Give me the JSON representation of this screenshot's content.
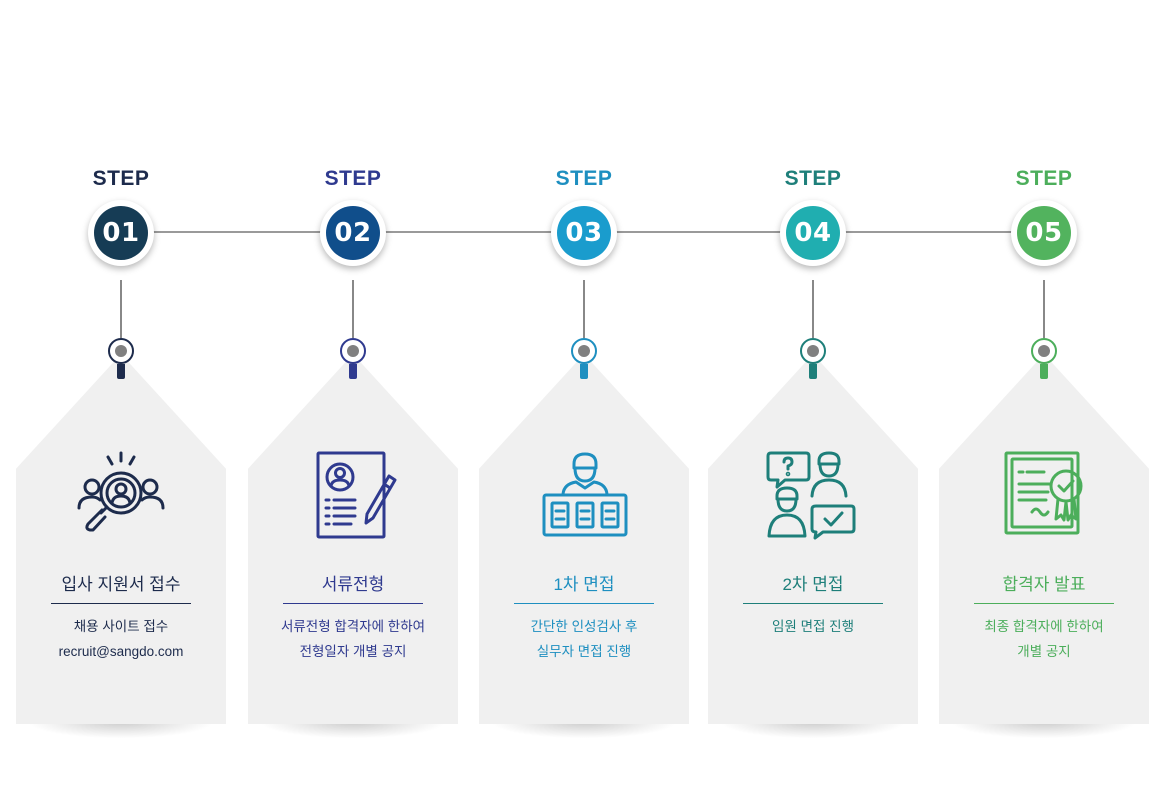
{
  "step_label": "STEP",
  "steps": [
    {
      "num": "01",
      "title": "입사 지원서 접수",
      "lines": [
        "채용 사이트 접수",
        "recruit@sangdo.com"
      ],
      "icon": "search-person-icon",
      "color": "#1d2b4c",
      "circle_color": "#163c55"
    },
    {
      "num": "02",
      "title": "서류전형",
      "lines": [
        "서류전형 합격자에 한하여",
        "전형일자 개별 공지"
      ],
      "icon": "resume-document-icon",
      "color": "#2f3a8f",
      "circle_color": "#104e8b"
    },
    {
      "num": "03",
      "title": "1차 면접",
      "lines": [
        "간단한 인성검사 후",
        "실무자 면접 진행"
      ],
      "icon": "interview-desk-icon",
      "color": "#1e8fc0",
      "circle_color": "#1a9ccd"
    },
    {
      "num": "04",
      "title": "2차 면접",
      "lines": [
        "임원 면접 진행"
      ],
      "icon": "discussion-people-icon",
      "color": "#1e7f7a",
      "circle_color": "#20aeb0"
    },
    {
      "num": "05",
      "title": "합격자 발표",
      "lines": [
        "최종 합격자에 한하여",
        "개별 공지"
      ],
      "icon": "certificate-icon",
      "color": "#4cae5b",
      "circle_color": "#52b35e"
    }
  ]
}
